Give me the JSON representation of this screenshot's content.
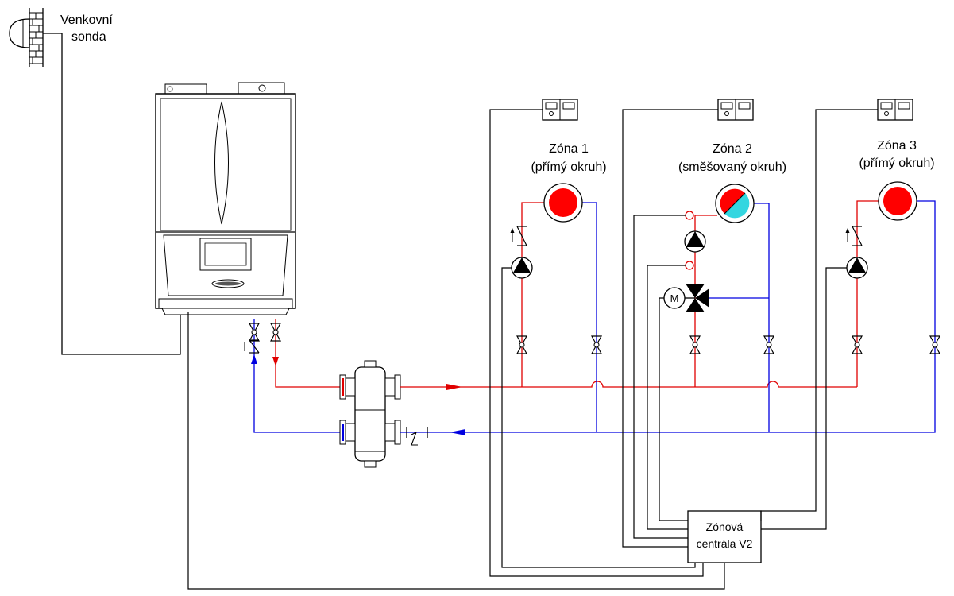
{
  "outdoor_sensor": {
    "line1": "Venkovní",
    "line2": "sonda"
  },
  "zones": [
    {
      "title": "Zóna 1",
      "subtitle": "(přímý okruh)"
    },
    {
      "title": "Zóna 2",
      "subtitle": "(směšovaný okruh)"
    },
    {
      "title": "Zóna 3",
      "subtitle": "(přímý okruh)"
    }
  ],
  "controller": {
    "line1": "Zónová",
    "line2": "centrála V2"
  },
  "motor_label": "M",
  "colors": {
    "supply": "#e00000",
    "return": "#0000e0",
    "radiator_fill": "#ff0000",
    "mixed_hot": "#ff0000",
    "mixed_cold": "#33d6e0",
    "wiring": "#000000"
  },
  "icons": [
    "thermostat-icon",
    "pump-icon",
    "check-valve-icon",
    "ball-valve-icon",
    "mixing-valve-icon",
    "motor-icon",
    "hydraulic-separator-icon",
    "outdoor-sensor-icon",
    "radiator-icon"
  ]
}
